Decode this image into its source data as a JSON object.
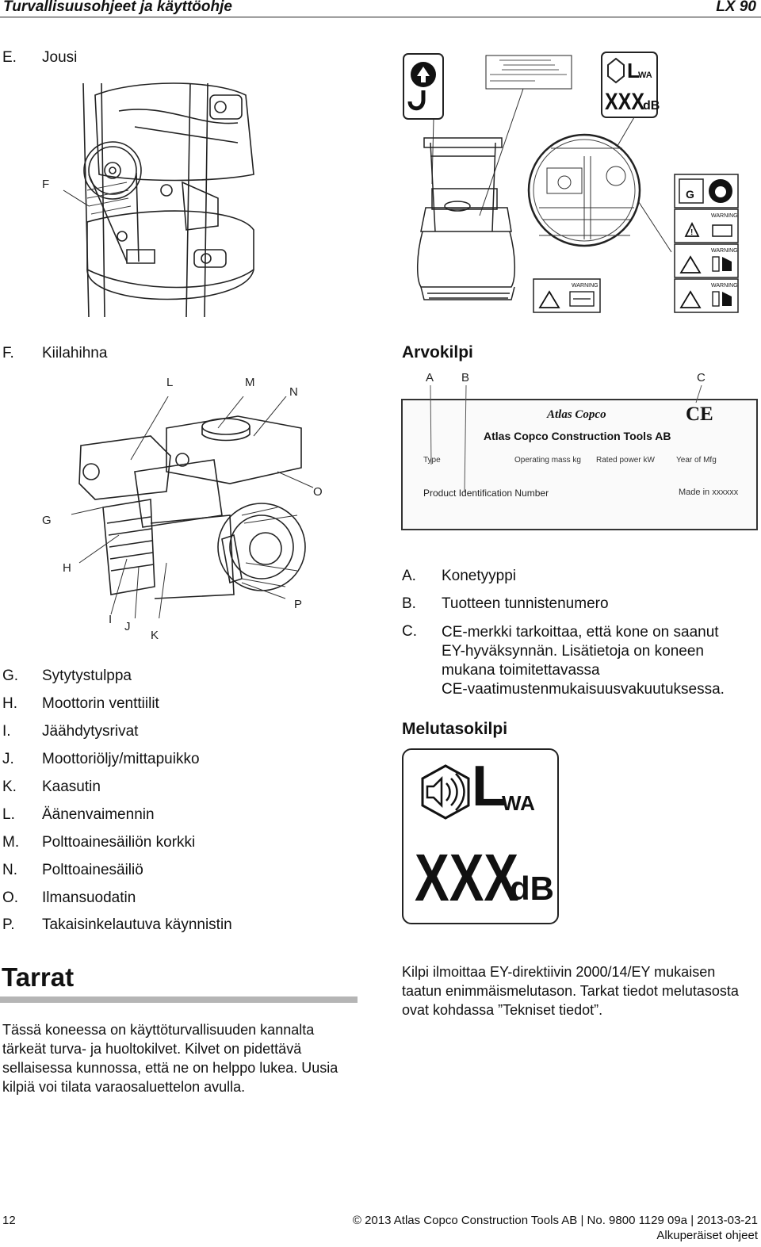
{
  "header": {
    "title": "Turvallisuusohjeet ja käyttöohje",
    "model": "LX 90"
  },
  "left_top_item": {
    "key": "E.",
    "label": "Jousi"
  },
  "belt_item": {
    "key": "F.",
    "label": "Kiilahihna"
  },
  "engine_callouts": [
    "F",
    "L",
    "M",
    "N",
    "O",
    "G",
    "H",
    "I",
    "J",
    "K",
    "P"
  ],
  "engine_items": [
    {
      "key": "G.",
      "label": "Sytytystulppa"
    },
    {
      "key": "H.",
      "label": "Moottorin venttiilit"
    },
    {
      "key": "I.",
      "label": "Jäähdytysrivat"
    },
    {
      "key": "J.",
      "label": "Moottoriöljy/mittapuikko"
    },
    {
      "key": "K.",
      "label": "Kaasutin"
    },
    {
      "key": "L.",
      "label": "Äänenvaimennin"
    },
    {
      "key": "M.",
      "label": "Polttoainesäiliön korkki"
    },
    {
      "key": "N.",
      "label": "Polttoainesäiliö"
    },
    {
      "key": "O.",
      "label": "Ilmansuodatin"
    },
    {
      "key": "P.",
      "label": "Takaisinkelautuva käynnistin"
    }
  ],
  "decals": {
    "warning_text": "WARNING",
    "lwa_text": "LWA",
    "xxx_text": "XXX dB"
  },
  "rating_plate": {
    "heading": "Arvokilpi",
    "callouts": [
      "A",
      "B",
      "C"
    ],
    "brand": "Atlas Copco",
    "company": "Atlas Copco Construction Tools AB",
    "fields": [
      "Type",
      "Operating mass kg",
      "Rated power kW",
      "Year of Mfg"
    ],
    "pin_label": "Product Identification Number",
    "made_in": "Made in xxxxxx",
    "ce": "CE"
  },
  "plate_items": [
    {
      "key": "A.",
      "label": "Konetyyppi"
    },
    {
      "key": "B.",
      "label": "Tuotteen tunnistenumero"
    },
    {
      "key": "C.",
      "lines": [
        "CE-merkki tarkoittaa, että kone on saanut",
        "EY-hyväksynnän. Lisätietoja on koneen",
        "mukana toimitettavassa",
        "CE-vaatimustenmukaisuusvakuutuksessa."
      ]
    }
  ],
  "noise_plate": {
    "heading": "Melutasokilpi",
    "l": "L",
    "wa": "WA",
    "xxx": "XXX",
    "db": "dB",
    "text_lines": [
      "Kilpi ilmoittaa EY-direktiivin 2000/14/EY mukaisen",
      "taatun enimmäismelutason. Tarkat tiedot melutasosta",
      "ovat kohdassa ”Tekniset tiedot”."
    ]
  },
  "tarrat": {
    "heading": "Tarrat",
    "text_lines": [
      "Tässä koneessa on käyttöturvallisuuden kannalta",
      "tärkeät turva- ja huoltokilvet. Kilvet on pidettävä",
      "sellaisessa kunnossa, että ne on helppo lukea. Uusia",
      "kilpiä voi tilata varaosaluettelon avulla."
    ]
  },
  "footer": {
    "page": "12",
    "copyright": "© 2013 Atlas Copco Construction Tools AB | No. 9800 1129 09a | 2013-03-21",
    "note": "Alkuperäiset ohjeet"
  }
}
